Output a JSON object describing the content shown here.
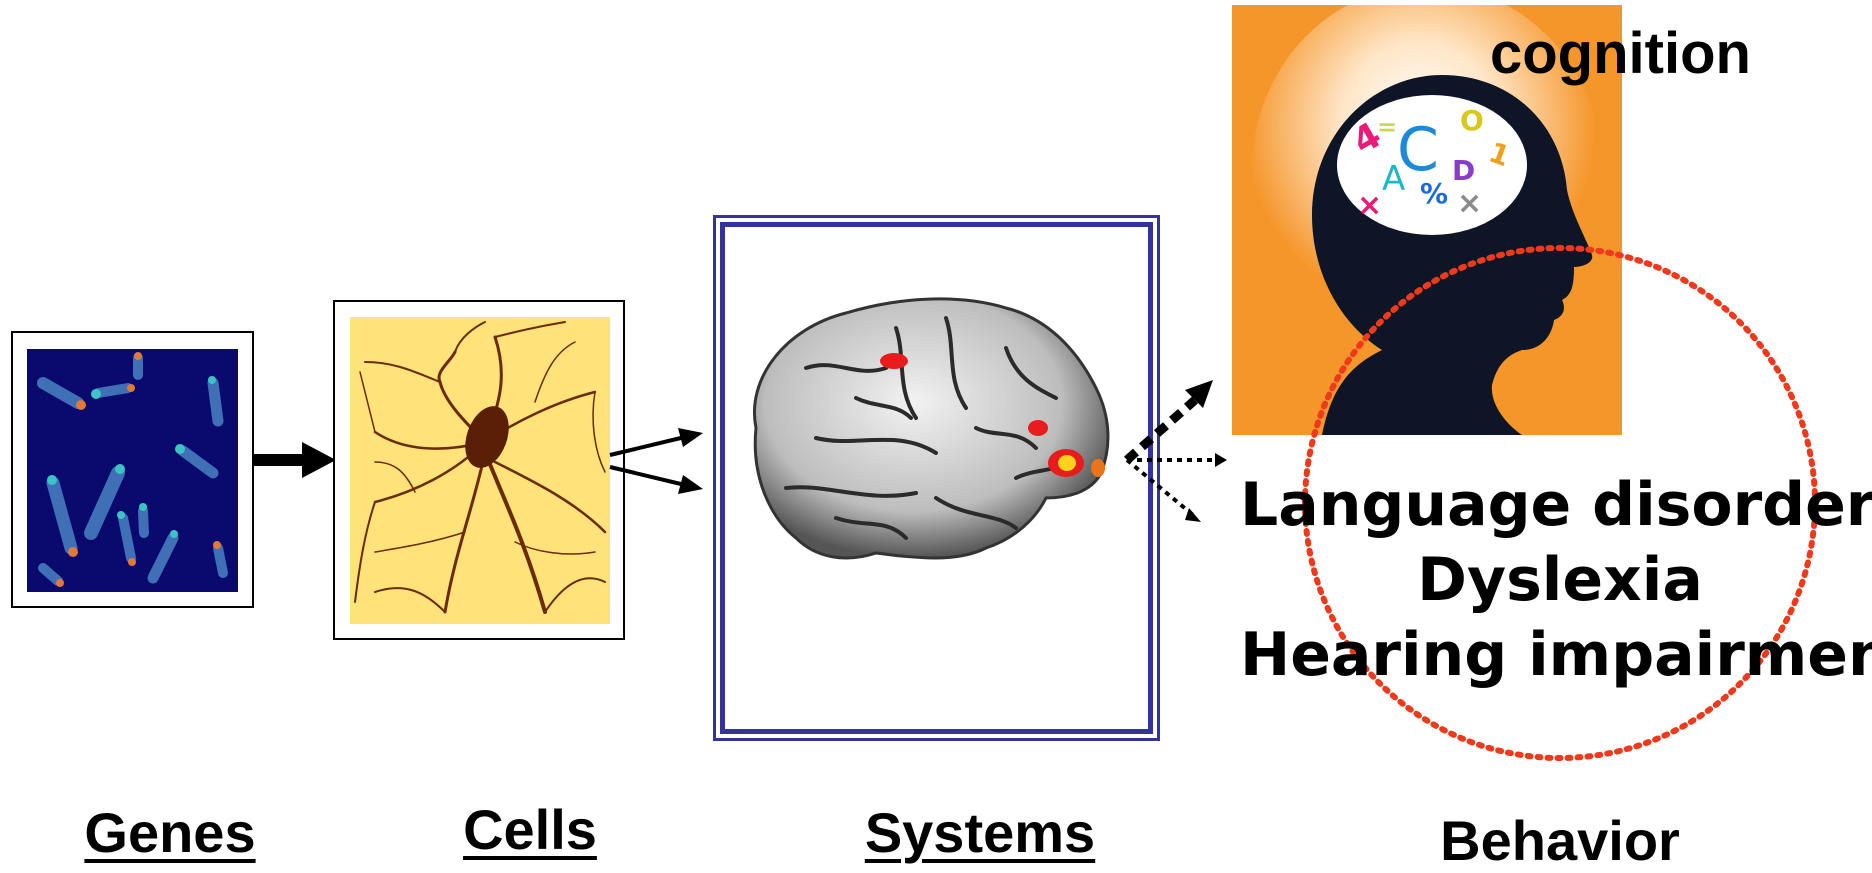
{
  "stages": {
    "genes": "Genes",
    "cells": "Cells",
    "systems": "Systems",
    "behavior": "Behavior"
  },
  "cognition_label": "cognition",
  "disorders": [
    "Language disorders",
    "Dyslexia",
    "Hearing impairment"
  ],
  "colors": {
    "chromosome_bg": "#0a0a6e",
    "neuron_bg": "#fde37a",
    "neuron_cell": "#6b2a08",
    "systems_border": "#33339a",
    "head_bg": "#f5962b",
    "head_silhouette": "#0d1526",
    "dotted_circle": "#ee3a1c",
    "activation": "#e81c1c"
  }
}
